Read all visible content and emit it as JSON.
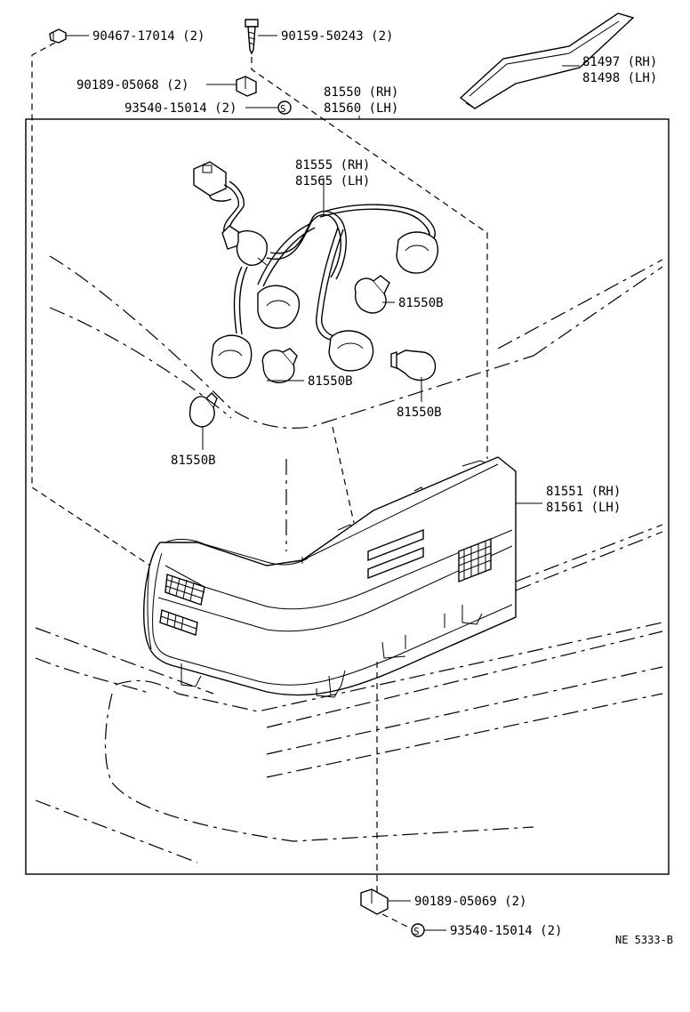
{
  "callouts": {
    "clip_top_left": "90467-17014 (2)",
    "screw_top": "90159-50243 (2)",
    "bracket_top": "90189-05068 (2)",
    "nut_top": "93540-15014 (2)",
    "lamp_assy_rh": "81550 (RH)",
    "lamp_assy_lh": "81560 (LH)",
    "garnish_rh": "81497 (RH)",
    "garnish_lh": "81498 (LH)",
    "socket_rh": "81555 (RH)",
    "socket_lh": "81565 (LH)",
    "bulb_1": "81550B",
    "bulb_2": "81550B",
    "bulb_3": "81550B",
    "bulb_4": "81550B",
    "lens_rh": "81551 (RH)",
    "lens_lh": "81561 (LH)",
    "bracket_bottom": "90189-05069 (2)",
    "nut_bottom": "93540-15014 (2)",
    "nut_symbol": "S",
    "drawing_number": "NE 5333-B"
  }
}
